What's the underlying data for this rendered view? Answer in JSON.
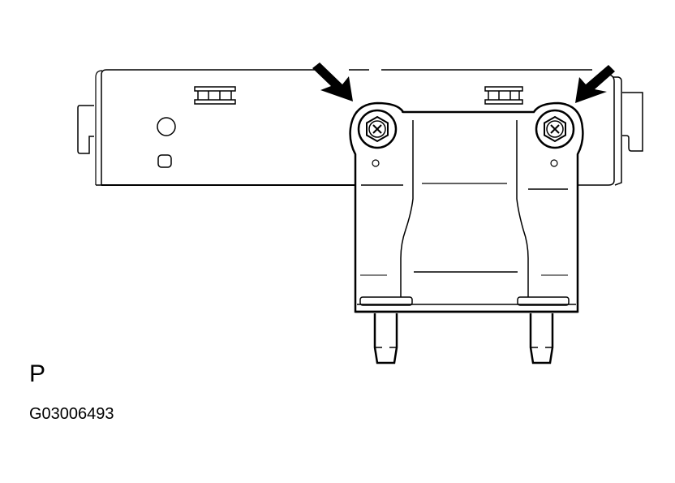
{
  "figure": {
    "view_label": "P",
    "figure_id": "G03006493",
    "description": "Bracket bolted to a module housing; two arrows indicate the bolts to remove/install",
    "colors": {
      "line": "#000000",
      "background": "#ffffff"
    },
    "callouts": [
      {
        "name": "left-bolt-arrow",
        "points_to": "left bolt"
      },
      {
        "name": "right-bolt-arrow",
        "points_to": "right bolt"
      }
    ]
  }
}
